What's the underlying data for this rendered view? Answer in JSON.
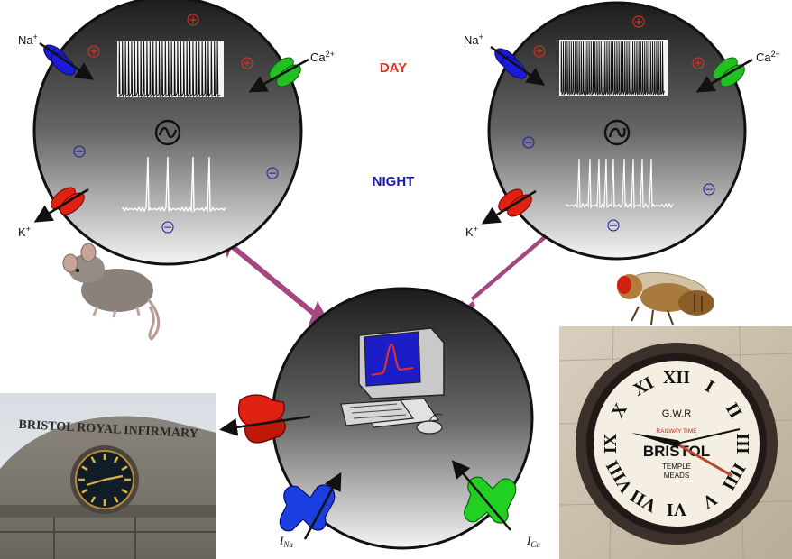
{
  "labels": {
    "day": "DAY",
    "night": "NIGHT",
    "na": "Na",
    "na_sup": "+",
    "ca": "Ca",
    "ca_sup": "2+",
    "k": "K",
    "k_sup": "+",
    "i_na": "I",
    "i_na_sub": "Na",
    "i_ca": "I",
    "i_ca_sub": "Ca"
  },
  "signs": {
    "plus": "+",
    "minus": "−"
  },
  "sleepy_face": "∼",
  "building_sign": "BRISTOL ROYAL INFIRMARY",
  "station_clock": {
    "top": "G.W.R",
    "railway_time": "RAILWAY TIME",
    "name": "BRISTOL",
    "line1": "TEMPLE",
    "line2": "MEADS",
    "numerals": [
      "XII",
      "I",
      "II",
      "III",
      "IIII",
      "V",
      "VI",
      "VII",
      "VIII",
      "IX",
      "X",
      "XI"
    ]
  },
  "colors": {
    "day": "#e8321e",
    "night": "#1a1aa8",
    "na_channel": "#1a1ad8",
    "ca_channel": "#22c022",
    "k_channel": "#e02010",
    "arrow": "#a5477f",
    "plus": "#e8321e",
    "minus": "#1a1aa8"
  }
}
